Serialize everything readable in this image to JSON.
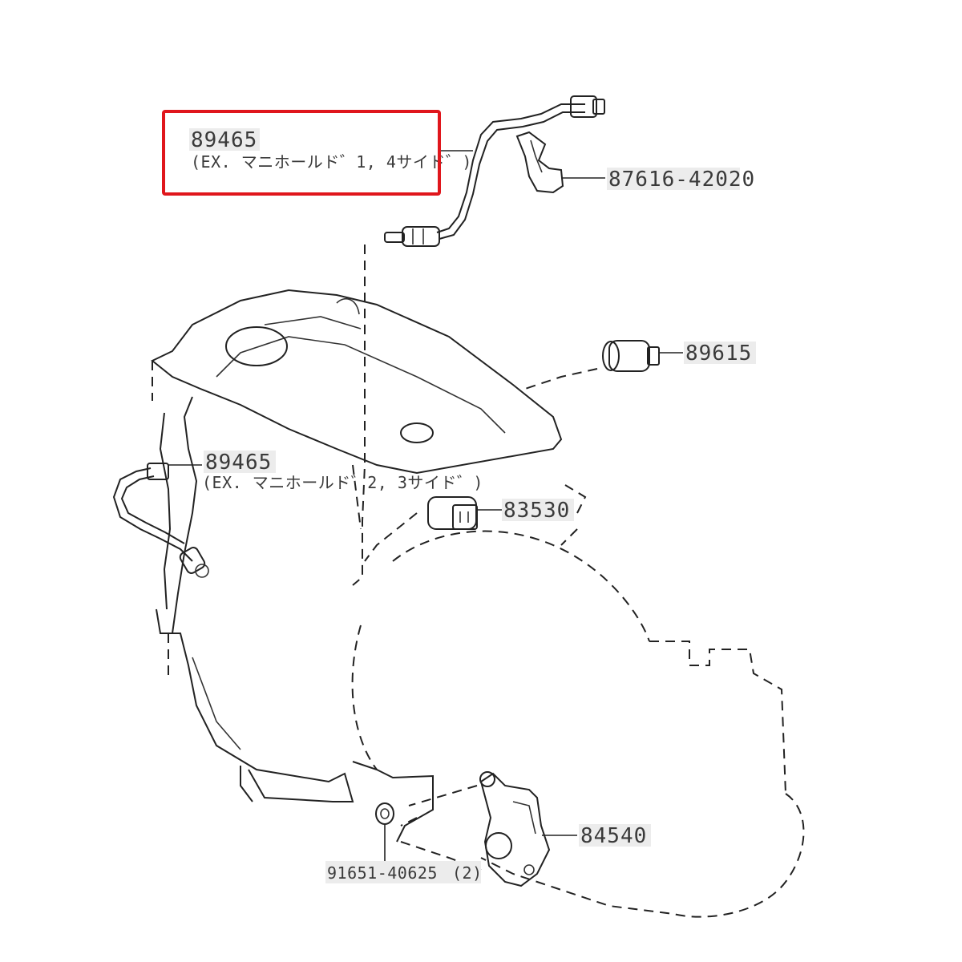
{
  "highlight_color": "#e0161c",
  "callouts": {
    "o2_sensor_top": {
      "part_no": "89465",
      "note": "(EX. マニホールド゛1, 4サイド゛)"
    },
    "clamp": {
      "part_no": "87616-42020"
    },
    "knock_sensor": {
      "part_no": "89615"
    },
    "o2_sensor_side": {
      "part_no": "89465",
      "note": "(EX. マニホールド゛2, 3サイド゛)"
    },
    "oil_pressure_switch": {
      "part_no": "83530"
    },
    "neutral_switch": {
      "part_no": "84540"
    },
    "bolt": {
      "part_no": "91651-40625",
      "qty": "(2)"
    }
  }
}
